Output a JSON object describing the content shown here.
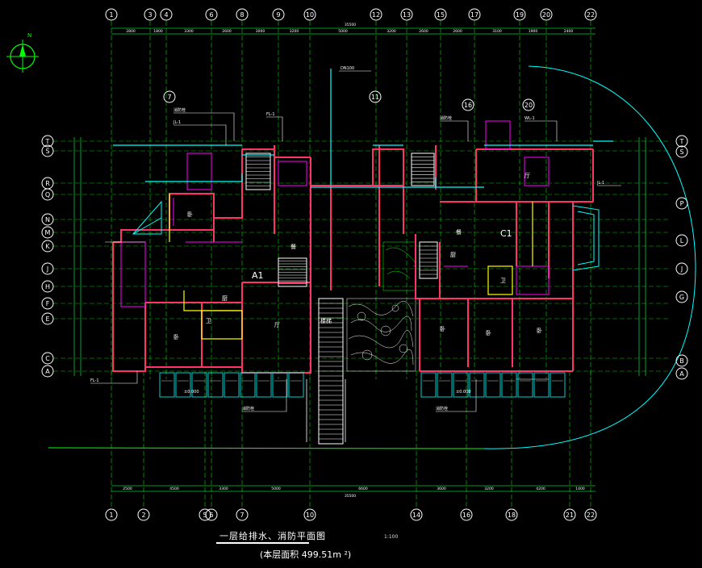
{
  "drawing": {
    "title": "一层给排水、消防平面图",
    "scale": "1:100",
    "area_note": "(本层面积    499.51m    ²)",
    "unit_a": "A1",
    "unit_c": "C1"
  },
  "axes": {
    "top_numbers": [
      "1",
      "3",
      "4",
      "6",
      "8",
      "9",
      "10",
      "12",
      "13",
      "15",
      "17",
      "19",
      "20",
      "22"
    ],
    "bottom_numbers": [
      "1",
      "2",
      "5",
      "6",
      "7",
      "10",
      "14",
      "16",
      "18",
      "21",
      "22"
    ],
    "left_letters": [
      "T",
      "S",
      "R",
      "Q",
      "N",
      "M",
      "K",
      "J",
      "H",
      "F",
      "E",
      "C",
      "A"
    ],
    "right_letters": [
      "T",
      "S",
      "P",
      "L",
      "J",
      "G",
      "B",
      "A"
    ],
    "inner_numbers": [
      "7",
      "11",
      "16",
      "20"
    ]
  },
  "dimensions": {
    "top_total": "35500",
    "bottom_total": "35500",
    "top_segments": [
      "2800",
      "1800",
      "3300",
      "2600",
      "3000",
      "3200",
      "5000",
      "3200",
      "2600",
      "2600",
      "3100",
      "1900",
      "2400"
    ],
    "bottom_segments": [
      "2500",
      "4500",
      "3300",
      "5000",
      "6600",
      "3600",
      "3200",
      "4200",
      "1400"
    ]
  },
  "rooms": {
    "a_living": "厅",
    "a_bed1": "卧",
    "a_bed2": "卧",
    "a_kitchen": "厨",
    "a_bath": "卫",
    "a_dining": "餐",
    "stair": "楼梯",
    "c_living": "厅",
    "c_bed1": "卧",
    "c_bed2": "卧",
    "c_bed3": "卧",
    "c_kitchen": "厨",
    "c_bath": "卫",
    "c_dining": "餐"
  },
  "labels": {
    "hydrant": "消防栓",
    "riser_j": "JL-1",
    "riser_f": "FL-1",
    "riser_w": "WL-1",
    "elev": "±0.000",
    "pipe_dn": "DN100"
  },
  "colors": {
    "background": "#000000",
    "axis": "#00ff00",
    "wall_red": "#ff3366",
    "wall_magenta": "#ff00ff",
    "pipe_cyan": "#00ffff",
    "yellow": "#ffff00",
    "dim_green": "#00cc33"
  }
}
